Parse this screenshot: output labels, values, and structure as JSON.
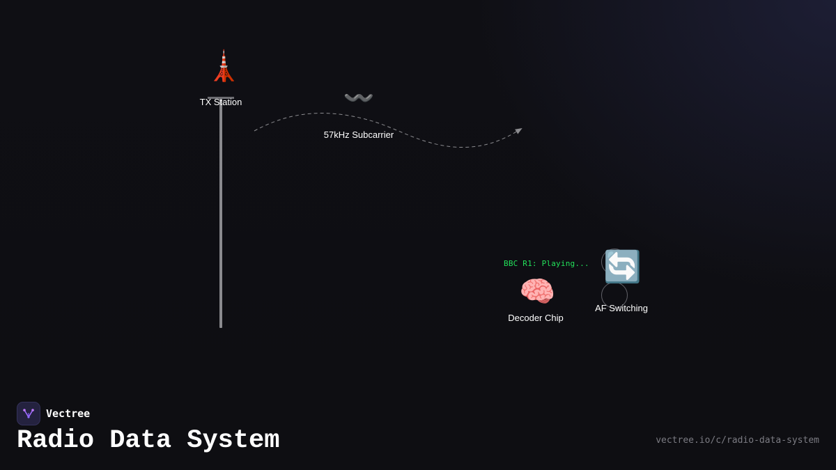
{
  "diagram": {
    "nodes": {
      "tx_station": {
        "icon": "tower-icon",
        "glyph": "🗼",
        "label": "TX Station"
      },
      "subcarrier": {
        "icon": "wave-icon",
        "glyph": "〰️",
        "label": "57kHz Subcarrier"
      },
      "decoder": {
        "icon": "brain-icon",
        "glyph": "🧠",
        "label": "Decoder Chip",
        "status": "BBC R1: Playing..."
      },
      "af_switching": {
        "icon": "refresh-icon",
        "glyph": "🔄",
        "label": "AF Switching"
      }
    },
    "colors": {
      "background": "#0f0f13",
      "status_text": "#22e05a",
      "signal_path": "#8c8c90",
      "mast": "#8a8a8e"
    }
  },
  "footer": {
    "brand": "Vectree",
    "title": "Radio Data System",
    "url": "vectree.io/c/radio-data-system"
  }
}
